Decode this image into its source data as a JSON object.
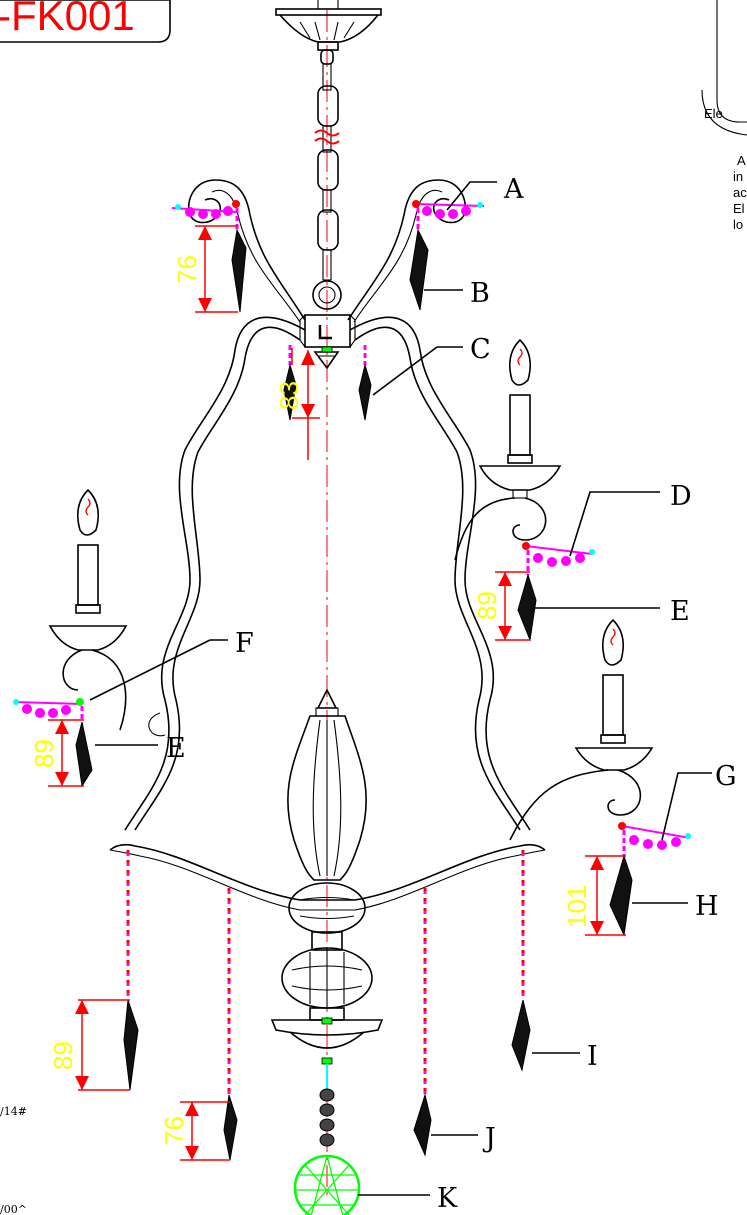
{
  "title": "-FK001",
  "side_panel": {
    "label": "Ele",
    "lines": [
      "A",
      "in",
      "ac",
      "El",
      "lo"
    ]
  },
  "note_left": "/14#",
  "note_bottom": "/00^",
  "callouts": {
    "A": "A",
    "B": "B",
    "C": "C",
    "D": "D",
    "E1": "E",
    "E2": "E",
    "F": "F",
    "G": "G",
    "H": "H",
    "I": "I",
    "J": "J",
    "K": "K"
  },
  "dimensions": {
    "top_left": "76",
    "center": "83",
    "right_mid": "89",
    "left_mid": "89",
    "right_low": "101",
    "bottom_left": "89",
    "bottom_center_left": "76"
  },
  "colors": {
    "dimension_arrow": "#ff0000",
    "dimension_text": "#ffff00",
    "bead_magenta": "#ff00ff",
    "bead_cyan": "#00ffff",
    "crystal_ball": "#00ff00",
    "title": "#ff0000"
  }
}
